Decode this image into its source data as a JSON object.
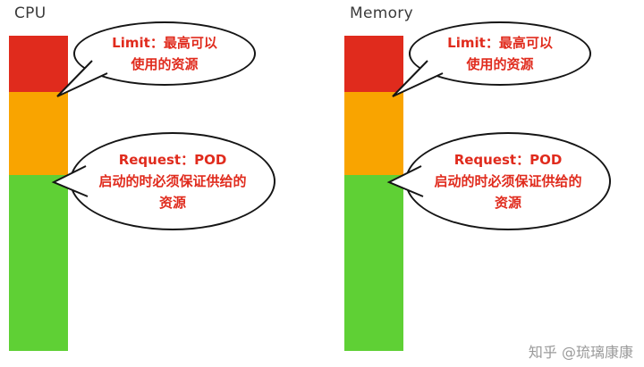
{
  "groups": [
    {
      "label": "CPU"
    },
    {
      "label": "Memory"
    }
  ],
  "colors": {
    "limit_segment": "#e02b1d",
    "request_segment": "#f9a400",
    "available_segment": "#5fd035",
    "bubble_text": "#e02b1d",
    "bubble_border": "#151515"
  },
  "bubbles": {
    "limit": {
      "lines": [
        "Limit：最高可以",
        "使用的资源"
      ]
    },
    "request": {
      "lines": [
        "Request：POD",
        "启动的时必须保证供给的",
        "资源"
      ]
    }
  },
  "watermark": "知乎 @琉璃康康"
}
